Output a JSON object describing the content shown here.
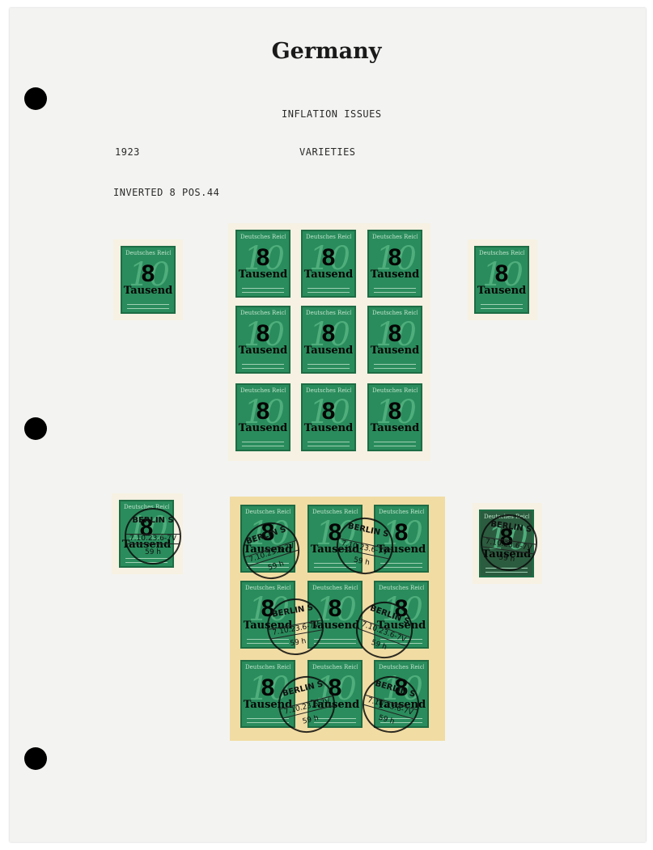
{
  "page": {
    "title": "Germany",
    "heading": "INFLATION ISSUES",
    "year": "1923",
    "subheading": "VARIETIES",
    "note": "INVERTED 8 POS.44"
  },
  "stamp": {
    "header": "Deutsches Reich",
    "base_value": "10",
    "overprint_value": "8",
    "overprint_word": "Tausend"
  },
  "postmark": {
    "town": "BERLIN S",
    "date": "7.10.23.6-7V",
    "code": "59 h"
  },
  "colors": {
    "stamp_green": "#2a8c5c",
    "overprint": "#050505",
    "mount_cream": "#f6f1e2",
    "mount_yellow": "#f1dca3"
  }
}
